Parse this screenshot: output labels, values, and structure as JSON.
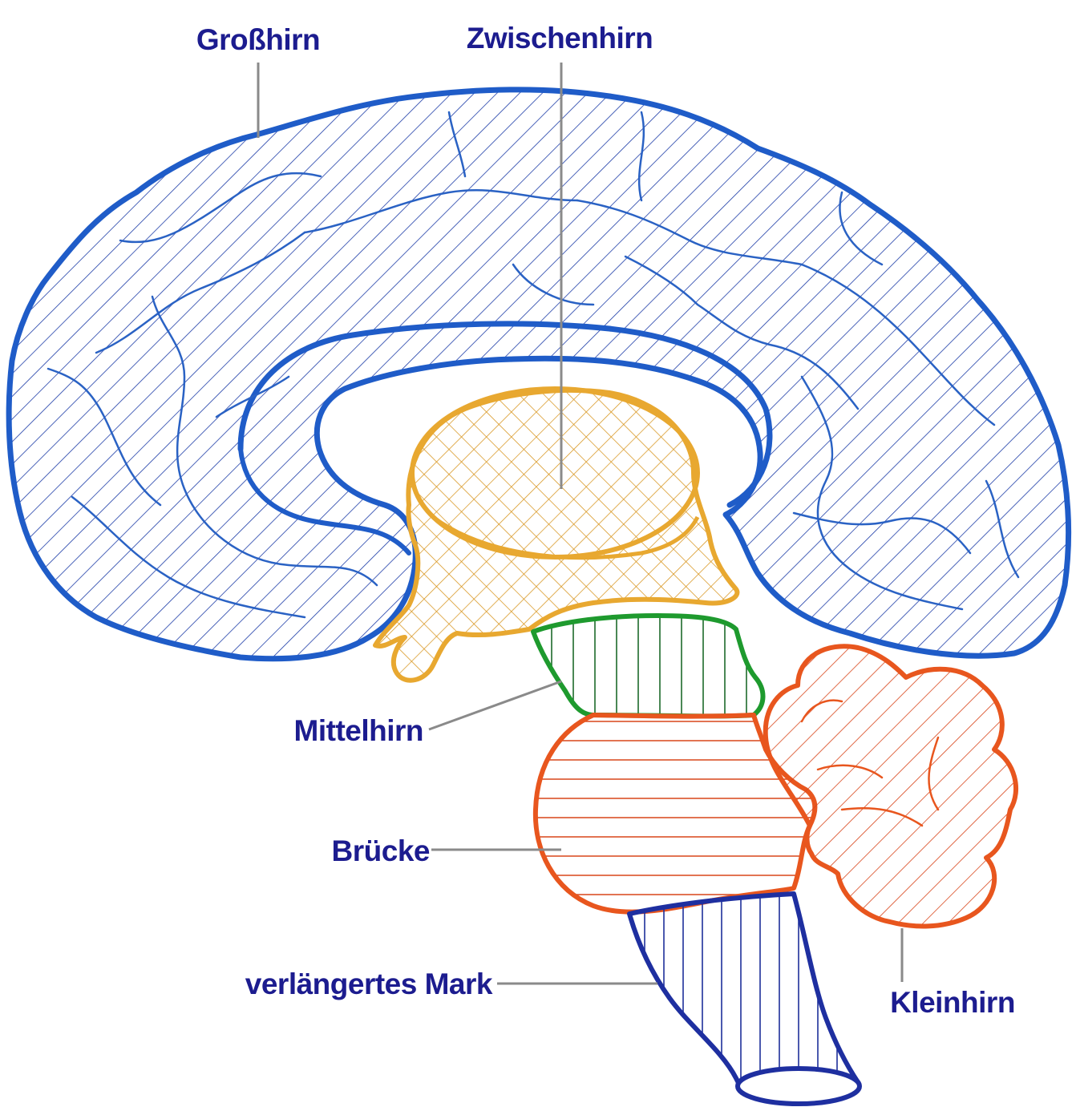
{
  "labels": {
    "grosshirn": "Großhirn",
    "zwischenhirn": "Zwischenhirn",
    "mittelhirn": "Mittelhirn",
    "bruecke": "Brücke",
    "verlaengertes_mark": "verlängertes Mark",
    "kleinhirn": "Kleinhirn"
  },
  "colors": {
    "background": "#ffffff",
    "label_text": "#1c1c8f",
    "leader_line": "#8a8a8a",
    "grosshirn": "#1f5cc8",
    "zwischenhirn": "#e8a830",
    "mittelhirn": "#1e9a2e",
    "bruecke": "#e8561e",
    "kleinhirn": "#e8561e",
    "verlaengertes_mark": "#1e2fa0"
  }
}
